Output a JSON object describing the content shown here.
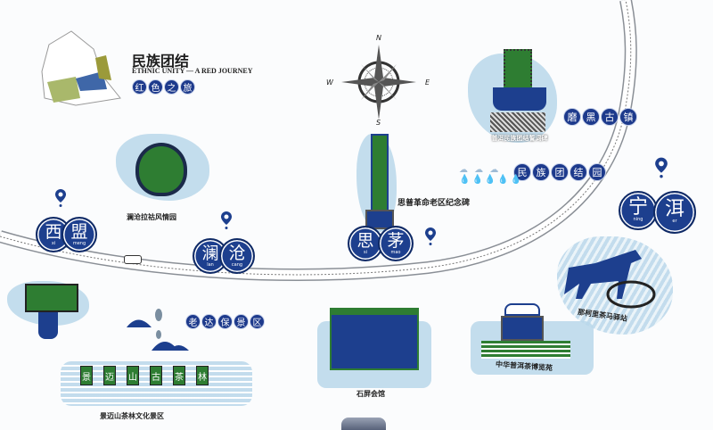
{
  "header": {
    "title_cn": "民族团结",
    "title_en": "ETHNIC UNITY — A RED JOURNEY",
    "subtitle_chars": [
      "红",
      "色",
      "之",
      "旅"
    ]
  },
  "compass": {
    "n": "N",
    "e": "E",
    "s": "S",
    "w": "W"
  },
  "cities": [
    {
      "chars": [
        "西",
        "盟"
      ],
      "pinyin": [
        "xi",
        "meng"
      ]
    },
    {
      "chars": [
        "澜",
        "沧"
      ],
      "pinyin": [
        "lan",
        "cang"
      ]
    },
    {
      "chars": [
        "思",
        "茅"
      ],
      "pinyin": [
        "si",
        "mao"
      ]
    },
    {
      "chars": [
        "宁",
        "洱"
      ],
      "pinyin": [
        "ning",
        "er"
      ]
    }
  ],
  "sign_rows": {
    "mohei": [
      "磨",
      "黑",
      "古",
      "镇"
    ],
    "minzu": [
      "民",
      "族",
      "团",
      "结",
      "园"
    ],
    "laodabao": [
      "老",
      "达",
      "保",
      "景",
      "区"
    ],
    "jingmai": [
      "景",
      "迈",
      "山",
      "古",
      "茶",
      "林"
    ]
  },
  "landmarks": {
    "lancang_park": "澜沧拉祜风情园",
    "simao_monument": "思普革命老区纪念碑",
    "puer_stele": "普洱民族团结誓词碑",
    "shiping": "石屏会馆",
    "tea_expo": "中华普洱茶博览苑",
    "nakeli": "那柯里茶马驿站",
    "jingmai_area": "景迈山茶林文化景区"
  },
  "colors": {
    "navy": "#1d3f8e",
    "green": "#2e7d32",
    "light_blue": "#b9d7ea"
  }
}
